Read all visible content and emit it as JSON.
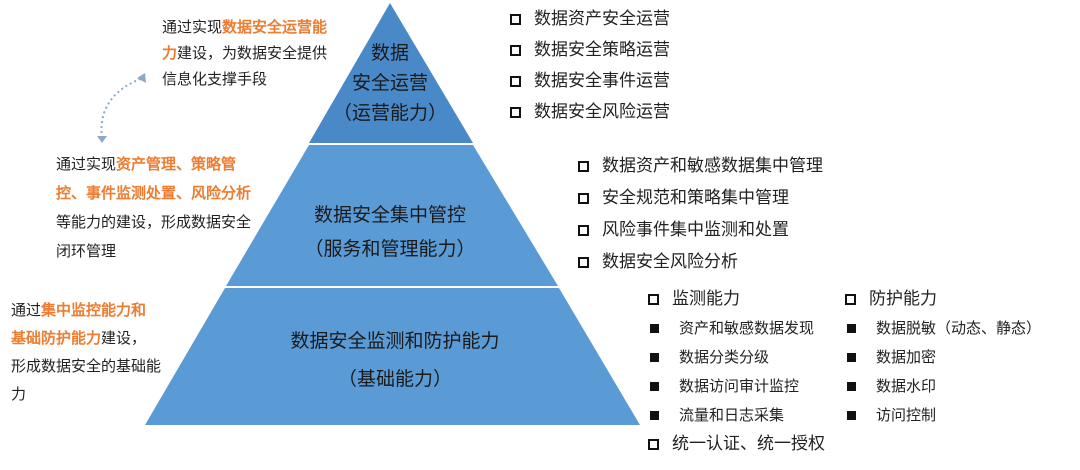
{
  "colors": {
    "top": "#4a89c8",
    "middle": "#5b9bd5",
    "bottom": "#5b9bd5",
    "highlight": "#ed7d31",
    "arrow": "#8ea9c8"
  },
  "pyramid": {
    "top": {
      "line1": "数据",
      "line2": "安全运营",
      "line3": "（运营能力）"
    },
    "middle": {
      "line1": "数据安全集中管控",
      "line2": "（服务和管理能力）"
    },
    "bottom": {
      "line1": "数据安全监测和防护能力",
      "line2": "（基础能力）"
    }
  },
  "notes": {
    "top": {
      "pre": "通过实现",
      "hl": "数据安全运营能力",
      "post": "建设，为数据安全提供信息化支撑手段"
    },
    "middle": {
      "pre": "通过实现",
      "hl": "资产管理、策略管控、事件监测处置、风险分析",
      "post": "等能力的建设，形成数据安全闭环管理"
    },
    "bottom": {
      "pre": "通过",
      "hl": "集中监控能力和基础防护能力",
      "post": "建设，形成数据安全的基础能力"
    }
  },
  "lists": {
    "top": [
      "数据资产安全运营",
      "数据安全策略运营",
      "数据安全事件运营",
      "数据安全风险运营"
    ],
    "middle": [
      "数据资产和敏感数据集中管理",
      "安全规范和策略集中管理",
      "风险事件集中监测和处置",
      "数据安全风险分析"
    ],
    "bottom": {
      "monitor": {
        "title": "监测能力",
        "items": [
          "资产和敏感数据发现",
          "数据分类分级",
          "数据访问审计监控",
          "流量和日志采集"
        ]
      },
      "protect": {
        "title": "防护能力",
        "items": [
          "数据脱敏（动态、静态）",
          "数据加密",
          "数据水印",
          "访问控制"
        ]
      },
      "extra": "统一认证、统一授权"
    }
  }
}
